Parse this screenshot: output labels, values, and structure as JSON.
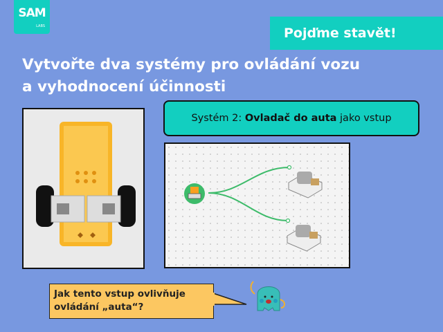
{
  "logo": {
    "main": "SAM",
    "sub": "LABS"
  },
  "badge": "Pojďme stavět!",
  "title": {
    "line1": "Vytvořte dva systémy pro ovládání vozu",
    "line2": "a vyhodnocení účinnosti"
  },
  "system": {
    "prefix": "Systém 2: ",
    "bold": "Ovladač do auta",
    "suffix": " jako vstup"
  },
  "bubble": {
    "line1": "Jak tento vstup ovlivňuje",
    "line2": "ovládání „auta“?"
  },
  "colors": {
    "background": "#7898e0",
    "accent": "#12cfc0",
    "bubble": "#fcc761",
    "wire": "#3dbb6a"
  }
}
